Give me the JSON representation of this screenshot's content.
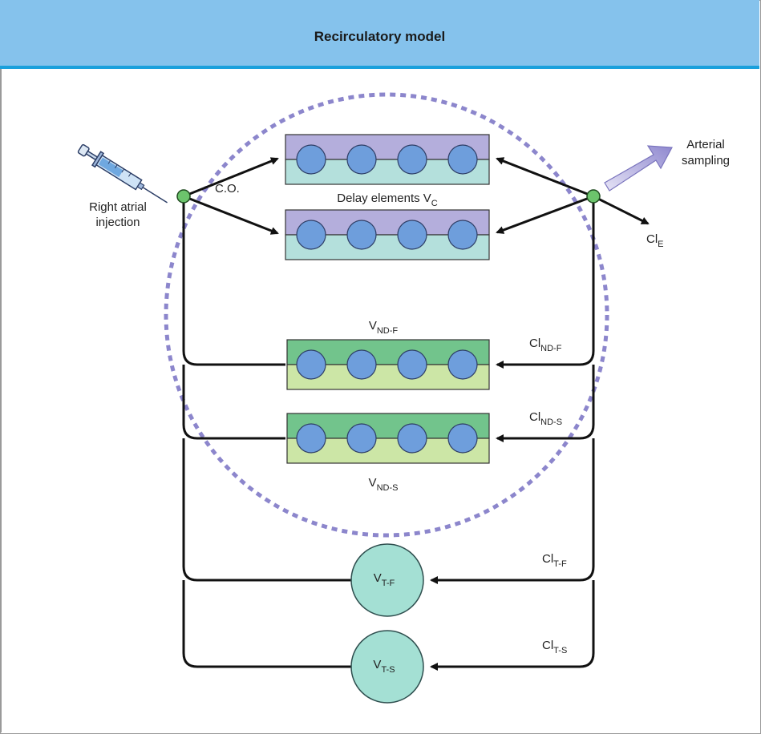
{
  "header": {
    "title": "Recirculatory model"
  },
  "labels": {
    "injection_line1": "Right atrial",
    "injection_line2": "injection",
    "cardiac_output": "C.O.",
    "delay_elements": "Delay elements V",
    "delay_sub": "C",
    "sampling_line1": "Arterial",
    "sampling_line2": "sampling",
    "cl_e": "Cl",
    "cl_e_sub": "E",
    "v_nd_f": "V",
    "v_nd_f_sub": "ND-F",
    "cl_nd_f": "Cl",
    "cl_nd_f_sub": "ND-F",
    "cl_nd_s": "Cl",
    "cl_nd_s_sub": "ND-S",
    "v_nd_s": "V",
    "v_nd_s_sub": "ND-S",
    "cl_t_f": "Cl",
    "cl_t_f_sub": "T-F",
    "v_t_f": "V",
    "v_t_f_sub": "T-F",
    "cl_t_s": "Cl",
    "cl_t_s_sub": "T-S",
    "v_t_s": "V",
    "v_t_s_sub": "T-S"
  },
  "colors": {
    "header_bg": "#85c2ec",
    "header_rule": "#1aa0dc",
    "delay_top": "#b4aedc",
    "delay_bottom": "#b4e0dc",
    "nd_top": "#72c48c",
    "nd_bottom": "#cce6a6",
    "chamber": "#6e9edc",
    "tissue": "#a4e0d4",
    "node": "#6cc46c",
    "dashed_circle": "#8c86cc",
    "arrow_fill": "#9a94d4"
  }
}
